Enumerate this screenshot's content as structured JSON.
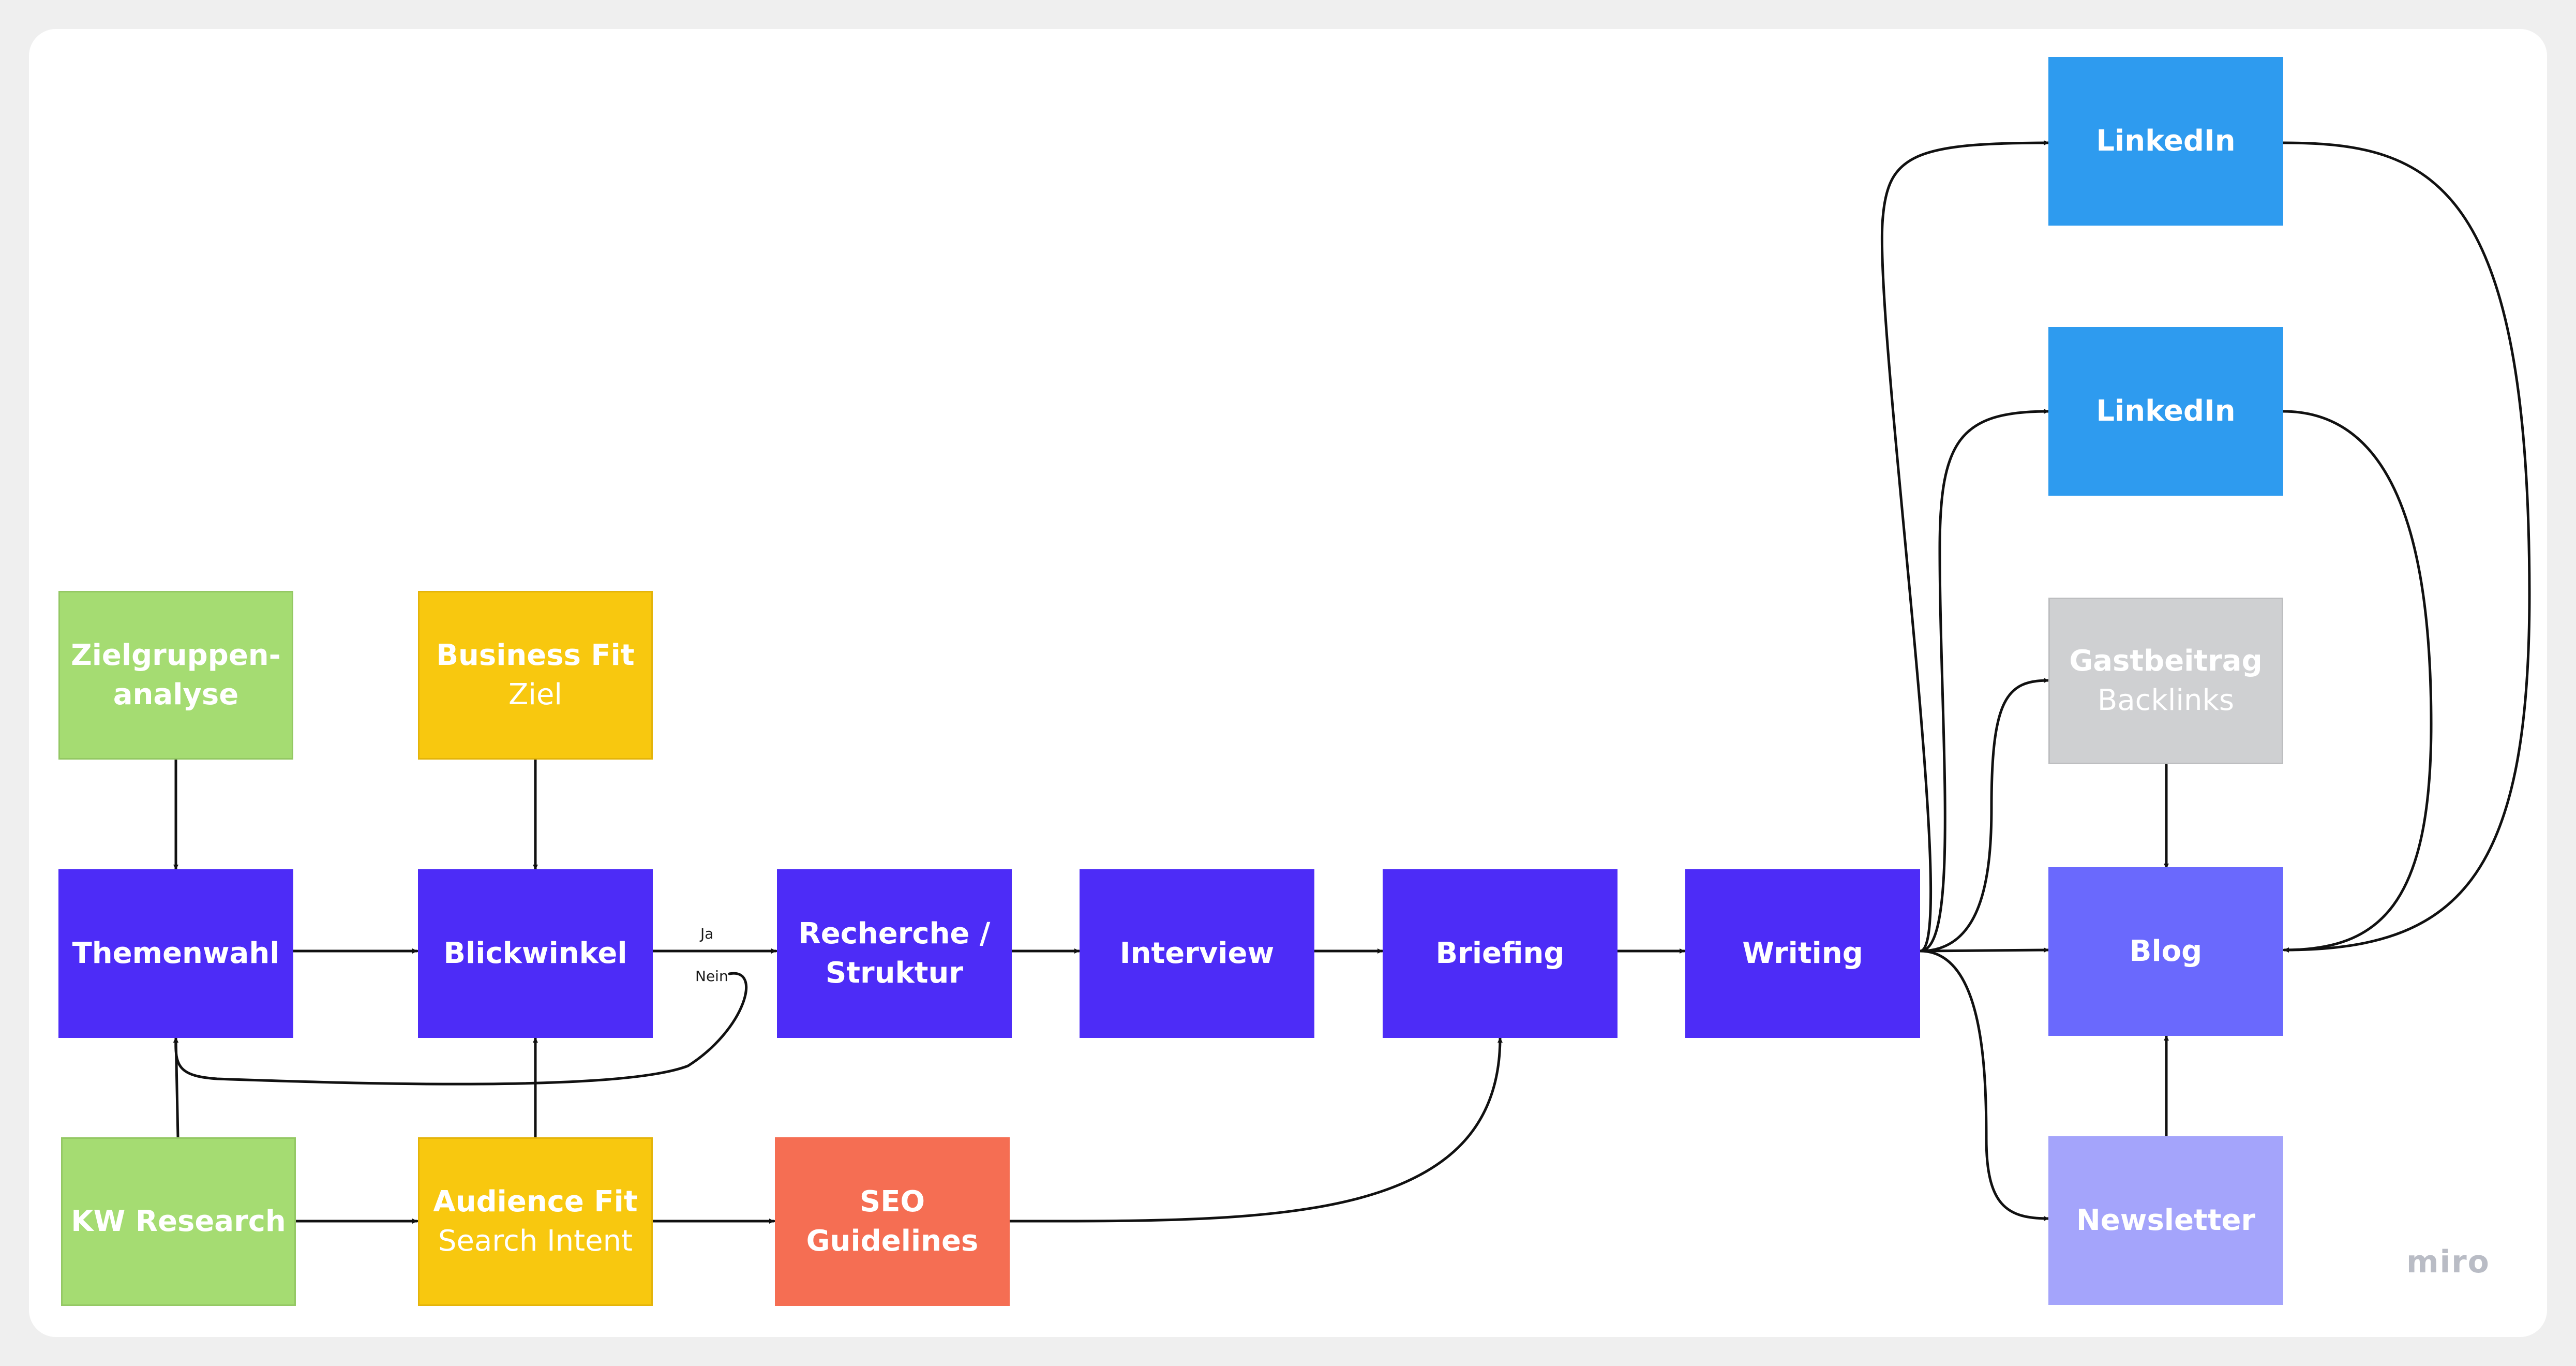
{
  "board": {
    "brand": "miro"
  },
  "nodes": {
    "zielgruppen": {
      "title": "Zielgruppen-\nanalyse"
    },
    "business_fit": {
      "title": "Business Fit",
      "subtitle": "Ziel"
    },
    "themenwahl": {
      "title": "Themenwahl"
    },
    "blickwinkel": {
      "title": "Blickwinkel"
    },
    "recherche": {
      "title": "Recherche /\nStruktur"
    },
    "interview": {
      "title": "Interview"
    },
    "briefing": {
      "title": "Briefing"
    },
    "writing": {
      "title": "Writing"
    },
    "kw_research": {
      "title": "KW Research"
    },
    "audience_fit": {
      "title": "Audience Fit",
      "subtitle": "Search Intent"
    },
    "seo_guidelines": {
      "title": "SEO Guidelines"
    },
    "linkedin_1": {
      "title": "LinkedIn"
    },
    "linkedin_2": {
      "title": "LinkedIn"
    },
    "gastbeitrag": {
      "title": "Gastbeitrag",
      "subtitle": "Backlinks"
    },
    "blog": {
      "title": "Blog"
    },
    "newsletter": {
      "title": "Newsletter"
    }
  },
  "edge_labels": {
    "yes": "Ja",
    "no": "Nein"
  },
  "colors": {
    "green": "#a5dc72",
    "yellow": "#f8c80f",
    "indigo": "#4d2cf7",
    "orange": "#f56e53",
    "blue": "#2e9bef",
    "grey": "#cfd0d2",
    "violet": "#6a69fd",
    "lilac": "#a4a4fb"
  }
}
